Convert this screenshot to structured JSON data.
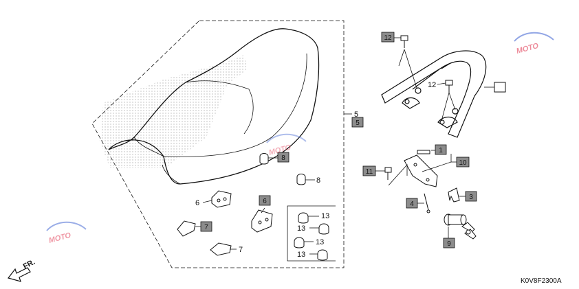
{
  "diagram_code": "K0V8F2300A",
  "direction_label": "FR.",
  "watermark_text": "MOTO",
  "colors": {
    "line": "#111111",
    "gray_box": "#8c8c8c",
    "dots": "#b5b5b5",
    "watermark_red": "#e0304a",
    "watermark_blue": "#3a5fd0"
  },
  "callouts": {
    "c1": "1",
    "c3": "3",
    "c4": "4",
    "c5a": "5",
    "c5b": "5",
    "c6a": "6",
    "c6b": "6",
    "c7a": "7",
    "c7b": "7",
    "c8a": "8",
    "c8b": "8",
    "c9": "9",
    "c10": "10",
    "c11": "11",
    "c12a": "12",
    "c12b": "12",
    "c13a": "13",
    "c13b": "13",
    "c13c": "13",
    "c13d": "13"
  }
}
